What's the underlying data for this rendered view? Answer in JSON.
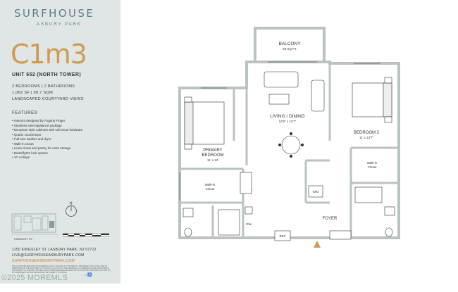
{
  "brand": {
    "name": "SURFHOUSE",
    "location": "ASBURY PARK"
  },
  "unit": {
    "code": "C1m3",
    "title": "UNIT 652 (NORTH TOWER)",
    "specs": [
      "2 BEDROOMS | 2 BATHROOMS",
      "1,062 SF | 98.7 SQM",
      "LANDSCAPED COURTYARD VIEWS"
    ]
  },
  "features": {
    "heading": "FEATURES",
    "items": [
      "• Interiors designed by Fogarty Finger",
      "• Stainless steel appliance package",
      "• European style cabinets with soft close hardware",
      "• Quartz countertops",
      "• Full-size washer and dryer",
      "• Walk-in closet",
      "• Linen closet and pantry for extra storage",
      "• ButterflyMX lock system",
      "• 10' ceilings"
    ]
  },
  "compass": {
    "label": "N"
  },
  "siteplan": {
    "label": "KINGSLEY ST"
  },
  "contact": {
    "address": "1150 KINGSLEY ST | ASBURY PARK, NJ 07712",
    "email": "LIVE@SURFHOUSEASBURYPARK.COM",
    "website": "SURFHOUSEASBURYPARK.COM"
  },
  "disclaimer": "THE COURTYARD AND ARTIST'S RENDERINGS ONLY, AND ARE NOT INTENDED TO REPRESENT THE ACTUAL SIZE OR DIMENSIONS OF THE APARTMENT OR THE ACTUAL LAYOUT OF THE RESIDENCE. ALL DIMENSIONS ARE APPROXIMATE AND SUBJECT TO CHANGE. FINISHES AND FIXTURES REPRESENTED ARE FOR ILLUSTRATIVE PURPOSES ONLY AND DO NOT REPRESENT ACTUAL SIZE AND MAY BE SUBJECT TO CHANGE.",
  "watermark": "©2025 MOREMLS",
  "rooms": {
    "balcony": {
      "name": "BALCONY",
      "area": "59 SQ FT"
    },
    "living": {
      "name": "LIVING / DINING",
      "dims": "12'8\" x 13'7\""
    },
    "primary": {
      "name1": "PRIMARY",
      "name2": "BEDROOM",
      "dims": "11' x 13'"
    },
    "bedroom2": {
      "name": "BEDROOM 2",
      "dims": "11' x 13'7\""
    },
    "walkin1": {
      "l1": "Walk-in",
      "l2": "Closet"
    },
    "walkin2": {
      "l1": "Walk-in",
      "l2": "Closet"
    },
    "wd": "W/D",
    "dw": "DW",
    "ref": "REF",
    "foyer": "FOYER"
  },
  "colors": {
    "accent": "#cf9a52",
    "brand": "#5e7e84",
    "panel": "#dfe6e5",
    "wall": "#b9c3c1"
  }
}
